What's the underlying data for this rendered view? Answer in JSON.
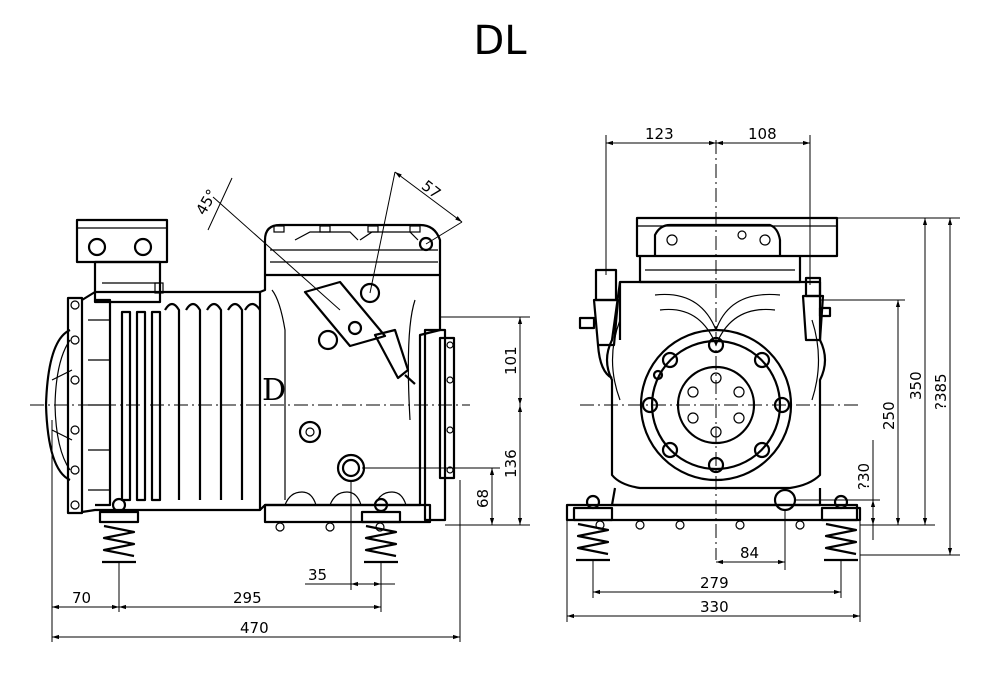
{
  "title": "DL",
  "side_view": {
    "dim_width_total": "470",
    "dim_foot_to_mount": "295",
    "dim_left_to_foot": "70",
    "dim_valve_offset": "35",
    "dim_angle": "45°",
    "dim_valve_width": "57",
    "dim_upper_height": "101",
    "dim_lower_height": "136",
    "dim_port_height": "68",
    "body_letter": "D"
  },
  "front_view": {
    "dim_left_top": "123",
    "dim_right_top": "108",
    "dim_height_350": "350",
    "dim_height_385": "?385",
    "dim_height_250": "250",
    "dim_height_230": "?30",
    "dim_offset_84": "84",
    "dim_width_279": "279",
    "dim_width_330": "330"
  }
}
